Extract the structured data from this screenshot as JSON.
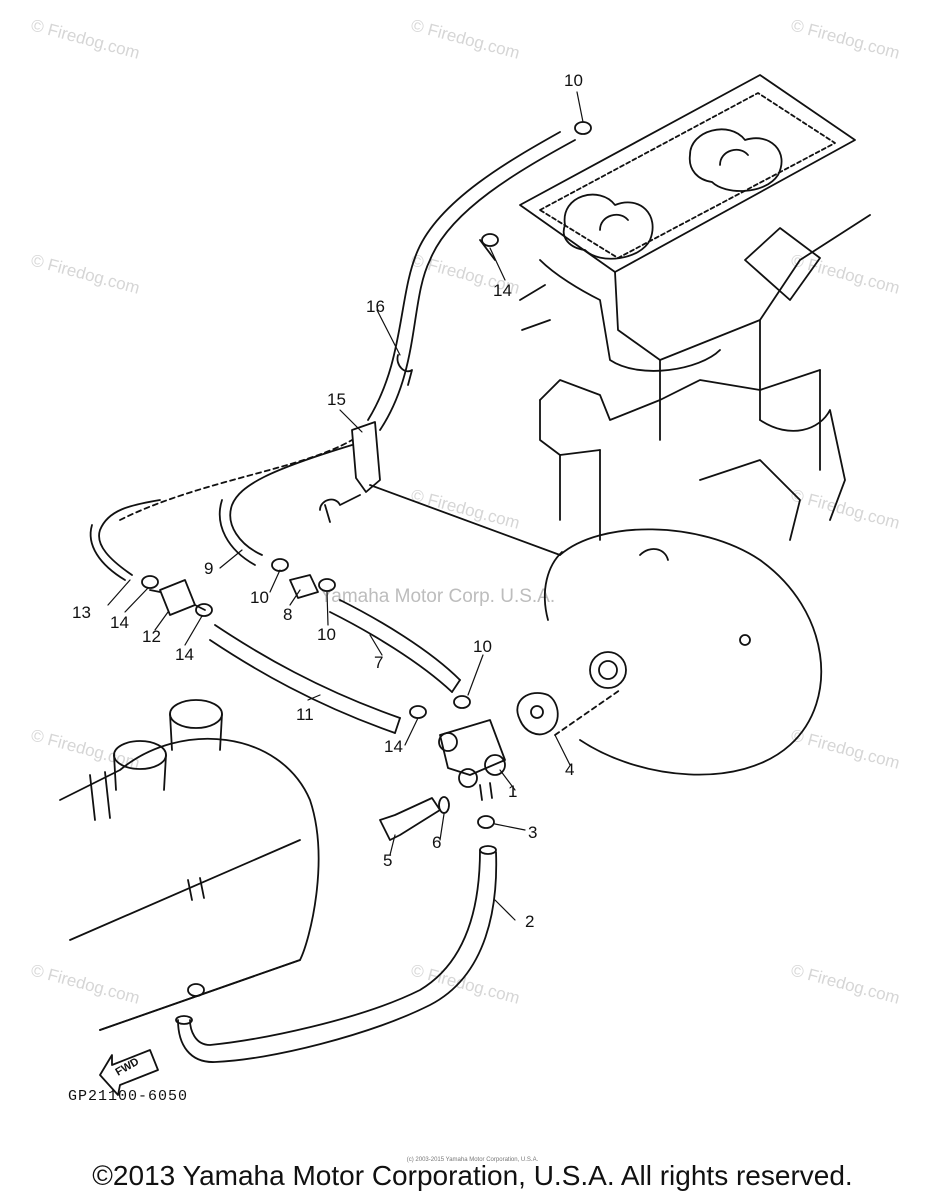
{
  "watermark": {
    "text": "© Firedog.com",
    "center_text": "Yamaha Motor Corp. U.S.A."
  },
  "callouts": [
    {
      "id": "1",
      "label": "1"
    },
    {
      "id": "2",
      "label": "2"
    },
    {
      "id": "3",
      "label": "3"
    },
    {
      "id": "4",
      "label": "4"
    },
    {
      "id": "5",
      "label": "5"
    },
    {
      "id": "6",
      "label": "6"
    },
    {
      "id": "7",
      "label": "7"
    },
    {
      "id": "8",
      "label": "8"
    },
    {
      "id": "9",
      "label": "9"
    },
    {
      "id": "10a",
      "label": "10"
    },
    {
      "id": "10b",
      "label": "10"
    },
    {
      "id": "10c",
      "label": "10"
    },
    {
      "id": "10d",
      "label": "10"
    },
    {
      "id": "11",
      "label": "11"
    },
    {
      "id": "12",
      "label": "12"
    },
    {
      "id": "13",
      "label": "13"
    },
    {
      "id": "14a",
      "label": "14"
    },
    {
      "id": "14b",
      "label": "14"
    },
    {
      "id": "14c",
      "label": "14"
    },
    {
      "id": "14d",
      "label": "14"
    },
    {
      "id": "15",
      "label": "15"
    },
    {
      "id": "16",
      "label": "16"
    }
  ],
  "fwd_label": "FWD",
  "diagram_code": "GP21100-6050",
  "fine_print": "(c) 2003-2015 Yamaha Motor Corporation, U.S.A.",
  "copyright": "©2013 Yamaha Motor Corporation, U.S.A. All rights reserved."
}
